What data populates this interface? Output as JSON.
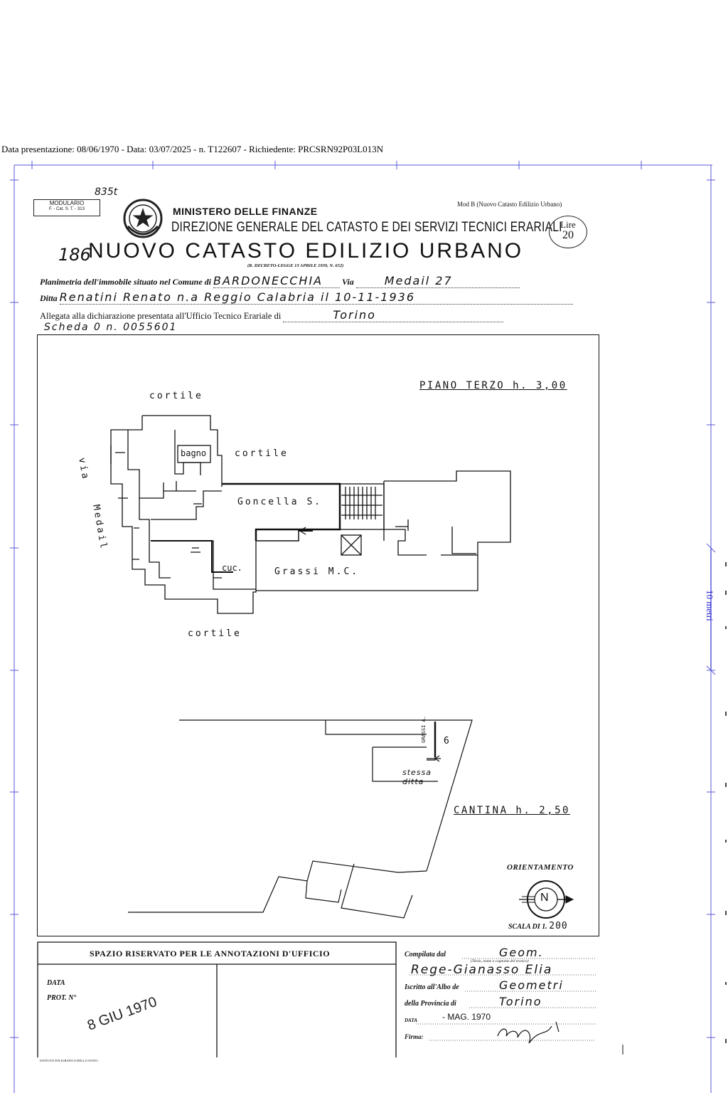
{
  "header_line": "Data presentazione: 08/06/1970 - Data: 03/07/2025 - n. T122607 - Richiedente: PRCSRN92P03L013N",
  "modulario": {
    "title": "MODULARIO",
    "code": "F. - Cat. S. T. - 313"
  },
  "hand_number": "835t",
  "ministry": "MINISTERO DELLE FINANZE",
  "directorate": "DIREZIONE GENERALE DEL CATASTO E DEI SERVIZI TECNICI ERARIALI",
  "mod_b": "Mod B (Nuovo Catasto Edilizio Urbano)",
  "lire": {
    "label": "Lire",
    "value": "20"
  },
  "hand_186": "186",
  "title": "NUOVO CATASTO EDILIZIO URBANO",
  "decree": "(R. DECRETO-LEGGE 13 APRILE 1939, N. 652)",
  "planimetria": {
    "label": "Planimetria dell'immobile situato nel Comune di",
    "comune": "BARDONECCHIA",
    "via_label": "Via",
    "via": "Medail   27"
  },
  "ditta": {
    "label": "Ditta",
    "value": "Renatini Renato  n.a Reggio Calabria  il   10-11-1936"
  },
  "allegata": {
    "label": "Allegata alla dichiarazione presentata all'Ufficio Tecnico Erariale di",
    "value": "Torino"
  },
  "scheda": "Scheda  0  n.  0055601",
  "plan": {
    "piano_terzo": "PIANO TERZO h. 3,00",
    "cortile_top": "cortile",
    "cortile_mid": "cortile",
    "cortile_bottom": "cortile",
    "bagno": "bagno",
    "via_medail_1": "via",
    "via_medail_2": "Medail",
    "goncella": "Goncella S.",
    "cuc": "cuc.",
    "grassi": "Grassi M.C.",
    "grassi_a": "GRASSI A.",
    "cell_6": "6",
    "stessa_1": "stessa",
    "stessa_2": "ditta",
    "cantina": "CANTINA h. 2,50",
    "orientamento": "ORIENTAMENTO",
    "north": "N",
    "scala_label": "SCALA DI 1.",
    "scala_value": "200"
  },
  "footer": {
    "spazio": "SPAZIO RISERVATO PER LE ANNOTAZIONI D'UFFICIO",
    "data_label": "DATA",
    "prot_label": "PROT. N°",
    "stamp_date": "8 GIU 1970",
    "compilata_label": "Compilata dal",
    "compilata_value": "Geom.",
    "titolo_note": "(Titolo, nome e cognome del tecnico)",
    "tecnico": "Rege-Gianasso Elia",
    "iscritto_label": "Iscritto all'Albo de",
    "iscritto_value": "Geometri",
    "provincia_label": "della Provincia di",
    "provincia_value": "Torino",
    "data2_label": "DATA",
    "data2_value": "- MAG. 1970",
    "firma_label": "Firma:",
    "istituto": "ISTITUTO POLIGRAFICO DELLO STATO"
  },
  "scale_bar": "10 metri"
}
